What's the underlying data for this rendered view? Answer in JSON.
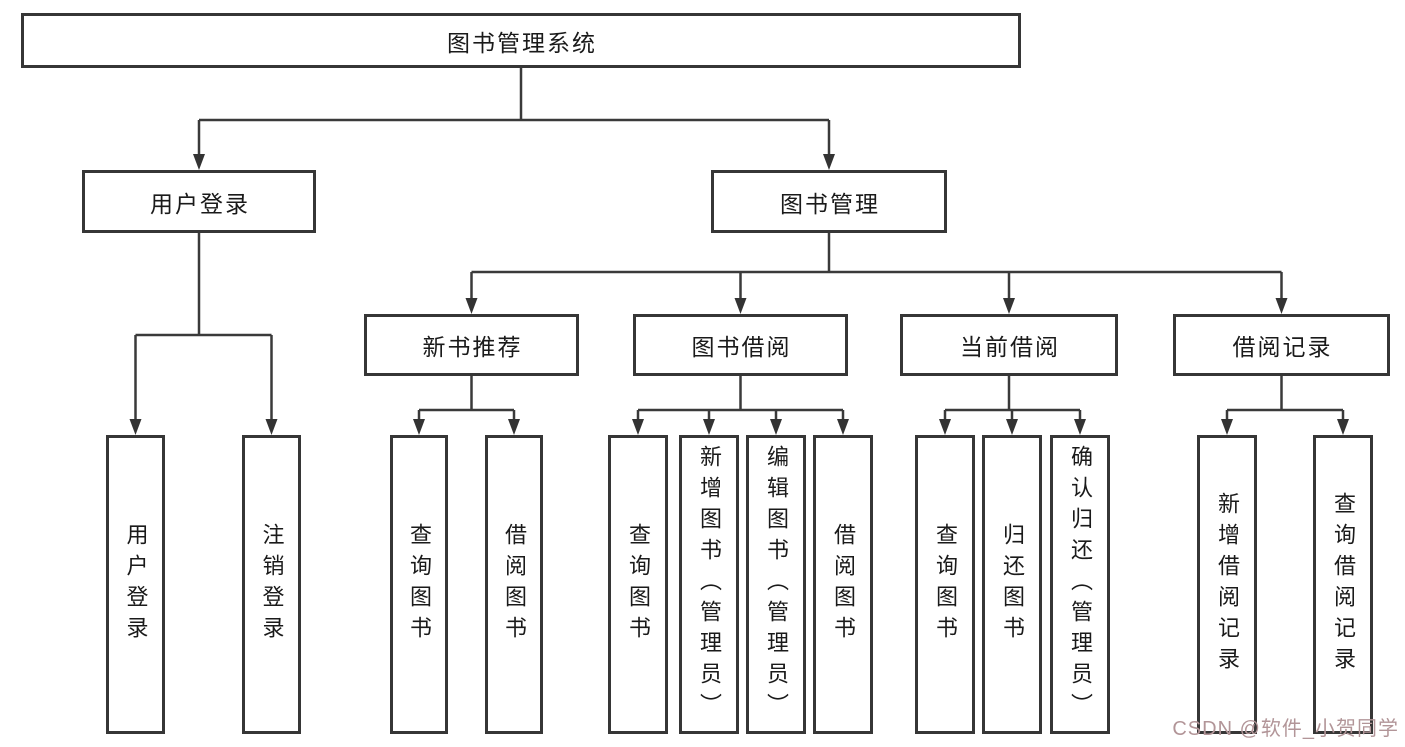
{
  "diagram": {
    "root": {
      "label": "图书管理系统"
    },
    "level2": [
      {
        "label": "用户登录"
      },
      {
        "label": "图书管理"
      }
    ],
    "level3": [
      {
        "label": "新书推荐"
      },
      {
        "label": "图书借阅"
      },
      {
        "label": "当前借阅"
      },
      {
        "label": "借阅记录"
      }
    ],
    "leaves": {
      "user_login": [
        {
          "label": "用户登录"
        },
        {
          "label": "注销登录"
        }
      ],
      "new_book_recommend": [
        {
          "label": "查询图书"
        },
        {
          "label": "借阅图书"
        }
      ],
      "book_borrow": [
        {
          "label": "查询图书"
        },
        {
          "label": "新增图书（管理员）"
        },
        {
          "label": "编辑图书（管理员）"
        },
        {
          "label": "借阅图书"
        }
      ],
      "current_borrow": [
        {
          "label": "查询图书"
        },
        {
          "label": "归还图书"
        },
        {
          "label": "确认归还（管理员）"
        }
      ],
      "borrow_records": [
        {
          "label": "新增借阅记录"
        },
        {
          "label": "查询借阅记录"
        }
      ]
    },
    "watermark": "CSDN @软件_小贺同学",
    "colors": {
      "line": "#3a3a3a",
      "arrow": "#333333",
      "border": "#363636",
      "text": "#1a1a1a",
      "watermark": "#b29598",
      "background": "#ffffff"
    }
  }
}
